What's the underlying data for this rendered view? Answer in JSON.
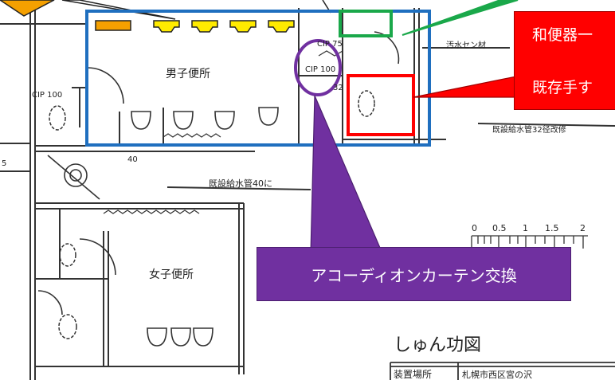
{
  "labels": {
    "mens_toilet": "男子便所",
    "womens_toilet": "女子便所",
    "cip100": "CIP 100",
    "cip75": "CIP 75",
    "cip100_right": "CIP 100",
    "note_right_1": "既設給水管32径改修",
    "note_mid": "既設給水管40に",
    "note_top_right": "汚水セン材",
    "dim_40": "40",
    "dim_5": "5",
    "dim_32": "32",
    "title": "しゅん功図",
    "title_table": "装置場所",
    "title_table_value": "札幌市西区宮の沢"
  },
  "scale": {
    "ticks": [
      "0",
      "0.5",
      "1",
      "1.5",
      "2"
    ]
  },
  "callouts": {
    "red_line1": "和便器一",
    "red_line2": "既存手す",
    "purple": "アコーディオンカーテン交換"
  },
  "colors": {
    "blue_frame": "#1f6fbf",
    "green_box": "#1aa84a",
    "red_box": "#ff0000",
    "purple": "#7030a0",
    "orange": "#f5a000",
    "yellow": "#ffeb00"
  }
}
